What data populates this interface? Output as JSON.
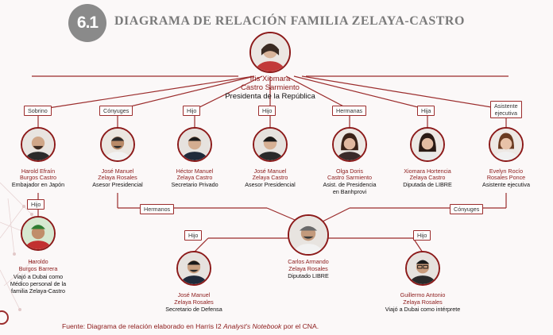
{
  "header": {
    "badge": "6.1",
    "title": "DIAGRAMA DE RELACIÓN FAMILIA ZELAYA-CASTRO"
  },
  "center": {
    "name1": "Iris Xiomara",
    "name2": "Castro Sarmiento",
    "role": "Presidenta de la República"
  },
  "relations": {
    "sobrino": "Sobrino",
    "conyuges": "Cónyuges",
    "hijo1": "Hijo",
    "hijo2": "Hijo",
    "hermanas": "Hermanas",
    "hija": "Hija",
    "asistente1": "Asistente",
    "asistente2": "ejecutiva",
    "hijo_harold": "Hijo",
    "hermanos": "Hermanos",
    "conyuges2": "Cónyuges",
    "hijo_jm": "Hijo",
    "hijo_gui": "Hijo"
  },
  "people": {
    "harold": {
      "name1": "Harold Efraín",
      "name2": "Burgos Castro",
      "role1": "Embajador en Japón"
    },
    "jose_manuel": {
      "name1": "José Manuel",
      "name2": "Zelaya Rosales",
      "role1": "Asesor Presidencial"
    },
    "hector": {
      "name1": "Héctor Manuel",
      "name2": "Zelaya Castro",
      "role1": "Secretario Privado"
    },
    "jose_manuel_c": {
      "name1": "José Manuel",
      "name2": "Zelaya Castro",
      "role1": "Asesor Presidencial"
    },
    "olga": {
      "name1": "Olga Doris",
      "name2": "Castro Sarmiento",
      "role1": "Asist. de Presidencia",
      "role2": "en Banhprovi"
    },
    "xiomara": {
      "name1": "Xiomara Hortencia",
      "name2": "Zelaya Castro",
      "role1": "Diputada de LIBRE"
    },
    "evelyn": {
      "name1": "Evelyn Rocío",
      "name2": "Rosales Ponce",
      "role1": "Asistente ejecutiva"
    },
    "haroldo": {
      "name1": "Haroldo",
      "name2": "Burgos Barrera",
      "role1": "Viajó a Dubai como",
      "role2": "Médico personal de la",
      "role3": "familia Zelaya-Castro"
    },
    "carlos": {
      "name1": "Carlos Armando",
      "name2": "Zelaya Rosales",
      "role1": "Diputado LIBRE"
    },
    "jm_def": {
      "name1": "José Manuel",
      "name2": "Zelaya Rosales",
      "role1": "Secretario de Defensa"
    },
    "guillermo": {
      "name1": "Guillermo Antonio",
      "name2": "Zelaya Rosales",
      "role1": "Viajó a Dubai como intérprete"
    }
  },
  "footer": {
    "prefix": "Fuente: Diagrama de relación elaborado en Harris I2 ",
    "italic": "Analyst's Notebook",
    "suffix": " por el CNA."
  },
  "colors": {
    "accent": "#8c1a1a",
    "line": "#9b2c2c"
  }
}
